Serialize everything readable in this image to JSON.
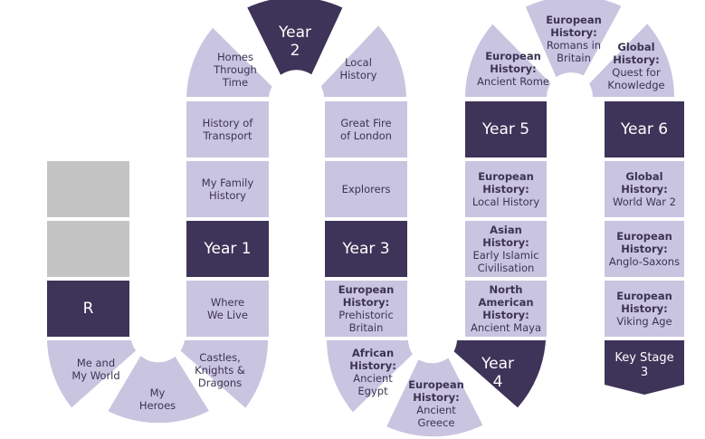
{
  "colors": {
    "light": "#c9c4e0",
    "dark": "#3e3358",
    "grey": "#c4c4c4",
    "text": "#3c3352"
  },
  "reception": {
    "label": "R"
  },
  "column1": {
    "arc": {
      "me_and_my_world": [
        "Me and",
        "My World"
      ],
      "my_heroes": [
        "My",
        "Heroes"
      ],
      "castles": [
        "Castles,",
        "Knights &",
        "Dragons"
      ]
    },
    "where_we_live": [
      "Where",
      "We Live"
    ],
    "year1": "Year 1",
    "my_family_history": [
      "My Family",
      "History"
    ],
    "history_of_transport": [
      "History of",
      "Transport"
    ]
  },
  "arc2": {
    "homes": [
      "Homes",
      "Through",
      "Time"
    ],
    "year2": [
      "Year",
      "2"
    ],
    "local_history": [
      "Local",
      "History"
    ]
  },
  "column3": {
    "great_fire": [
      "Great Fire",
      "of London"
    ],
    "explorers": "Explorers",
    "year3": "Year 3",
    "prehistoric": {
      "heading": [
        "European",
        "History:"
      ],
      "topic": [
        "Prehistoric",
        "Britain"
      ]
    }
  },
  "arc3": {
    "egypt": {
      "heading": [
        "African",
        "History:"
      ],
      "topic": [
        "Ancient",
        "Egypt"
      ]
    },
    "greece": {
      "heading": [
        "European",
        "History:"
      ],
      "topic": [
        "Ancient",
        "Greece"
      ]
    },
    "year4": [
      "Year",
      "4"
    ]
  },
  "column4": {
    "maya": {
      "heading": [
        "North",
        "American",
        "History:"
      ],
      "topic": [
        "Ancient Maya"
      ]
    },
    "islamic": {
      "heading": [
        "Asian History:"
      ],
      "topic": [
        "Early Islamic",
        "Civilisation"
      ]
    },
    "local": {
      "heading": [
        "European",
        "History:"
      ],
      "topic": [
        "Local History"
      ]
    },
    "year5": "Year 5"
  },
  "arc4": {
    "rome": {
      "heading": [
        "European",
        "History:"
      ],
      "topic": [
        "Ancient Rome"
      ]
    },
    "romans": {
      "heading": [
        "European",
        "History:"
      ],
      "topic": [
        "Romans in",
        "Britain"
      ]
    },
    "quest": {
      "heading": [
        "Global",
        "History:"
      ],
      "topic": [
        "Quest for",
        "Knowledge"
      ]
    }
  },
  "column5": {
    "year6": "Year 6",
    "ww2": {
      "heading": [
        "Global",
        "History:"
      ],
      "topic": [
        "World War 2"
      ]
    },
    "anglo": {
      "heading": [
        "European",
        "History:"
      ],
      "topic": [
        "Anglo-Saxons"
      ]
    },
    "viking": {
      "heading": [
        "European",
        "History:"
      ],
      "topic": [
        "Viking Age"
      ]
    },
    "key_stage_3": [
      "Key Stage",
      "3"
    ]
  }
}
